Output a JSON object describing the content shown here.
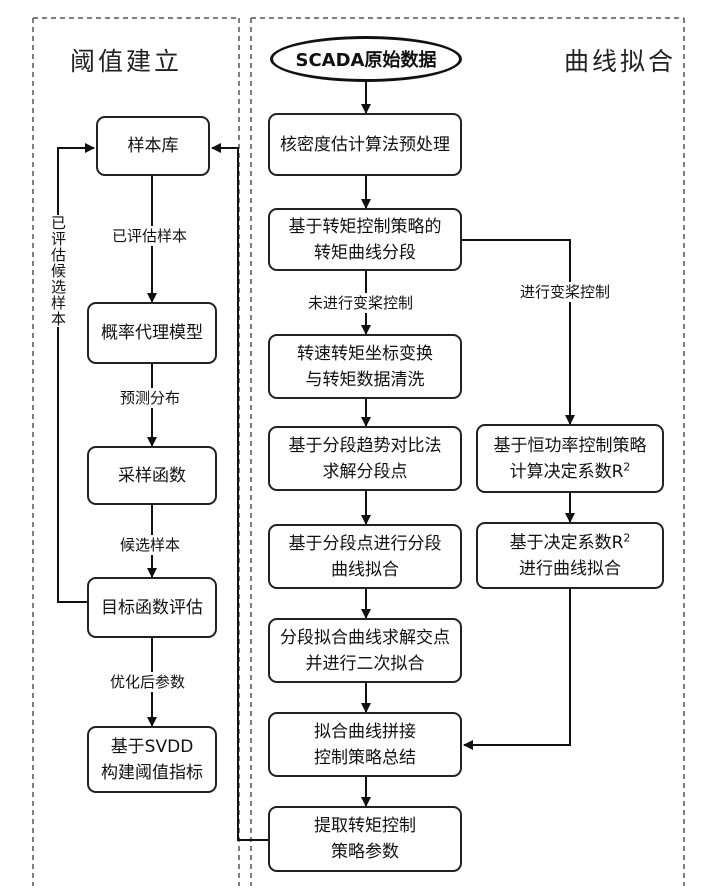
{
  "left_panel": {
    "title": "阈值建立",
    "boxes": {
      "sample_library": "样本库",
      "surrogate_model": "概率代理模型",
      "sampling_function": "采样函数",
      "objective_eval": "目标函数评估",
      "svdd_threshold": "基于SVDD\n构建阈值指标"
    },
    "labels": {
      "evaluated_samples": "已评估样本",
      "predicted_distribution": "预测分布",
      "candidate_samples": "候选样本",
      "optimized_params": "优化后参数",
      "evaluated_candidates": "已评估候选样本"
    }
  },
  "right_panel": {
    "title": "曲线拟合",
    "start": "SCADA原始数据",
    "boxes": {
      "kde_preprocess": "核密度估计算法预处理",
      "torque_segmentation": "基于转矩控制策略的\n转矩曲线分段",
      "coord_transform": "转速转矩坐标变换\n与转矩数据清洗",
      "segment_points": "基于分段趋势对比法\n求解分段点",
      "segment_fitting": "基于分段点进行分段\n曲线拟合",
      "secondary_fit": "分段拟合曲线求解交点\n并进行二次拟合",
      "curve_merge": "拟合曲线拼接\n控制策略总结",
      "extract_params": "提取转矩控制\n策略参数",
      "constant_power": "基于恒功率控制策略\n计算决定系数R",
      "r2_fitting": "基于决定系数R\n进行曲线拟合"
    },
    "superscript": "2",
    "labels": {
      "no_pitch": "未进行变桨控制",
      "with_pitch": "进行变桨控制"
    }
  }
}
